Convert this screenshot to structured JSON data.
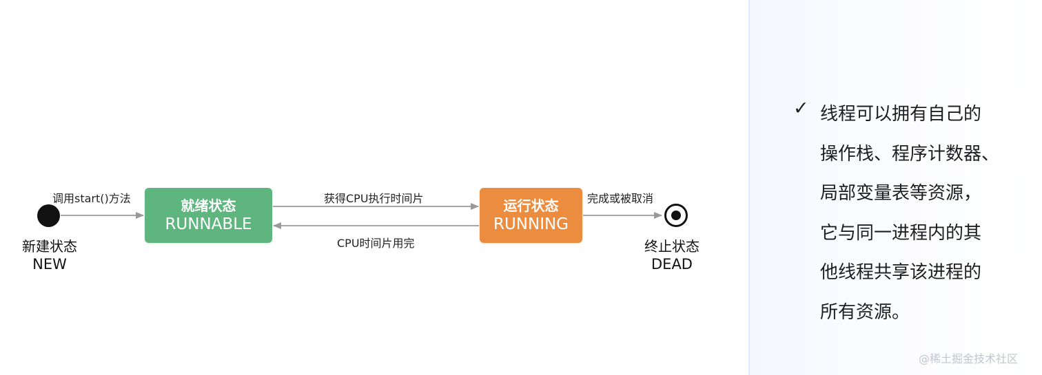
{
  "diagram": {
    "start_node": {
      "name_cn": "新建状态",
      "name_en": "NEW"
    },
    "end_node": {
      "name_cn": "终止状态",
      "name_en": "DEAD"
    },
    "states": {
      "runnable": {
        "name_cn": "就绪状态",
        "name_en": "RUNNABLE",
        "color": "#5eb57e"
      },
      "running": {
        "name_cn": "运行状态",
        "name_en": "RUNNING",
        "color": "#eb8c3f"
      }
    },
    "transitions": {
      "start": "调用start()方法",
      "get_cpu": "获得CPU执行时间片",
      "slice_used": "CPU时间片用完",
      "finish": "完成或被取消"
    }
  },
  "notes": {
    "check_icon": "✓",
    "lines": [
      "线程可以拥有自己的",
      "操作栈、程序计数器、",
      "局部变量表等资源，",
      "它与同一进程内的其",
      "他线程共享该进程的",
      "所有资源。"
    ]
  },
  "watermark": "@稀土掘金技术社区"
}
